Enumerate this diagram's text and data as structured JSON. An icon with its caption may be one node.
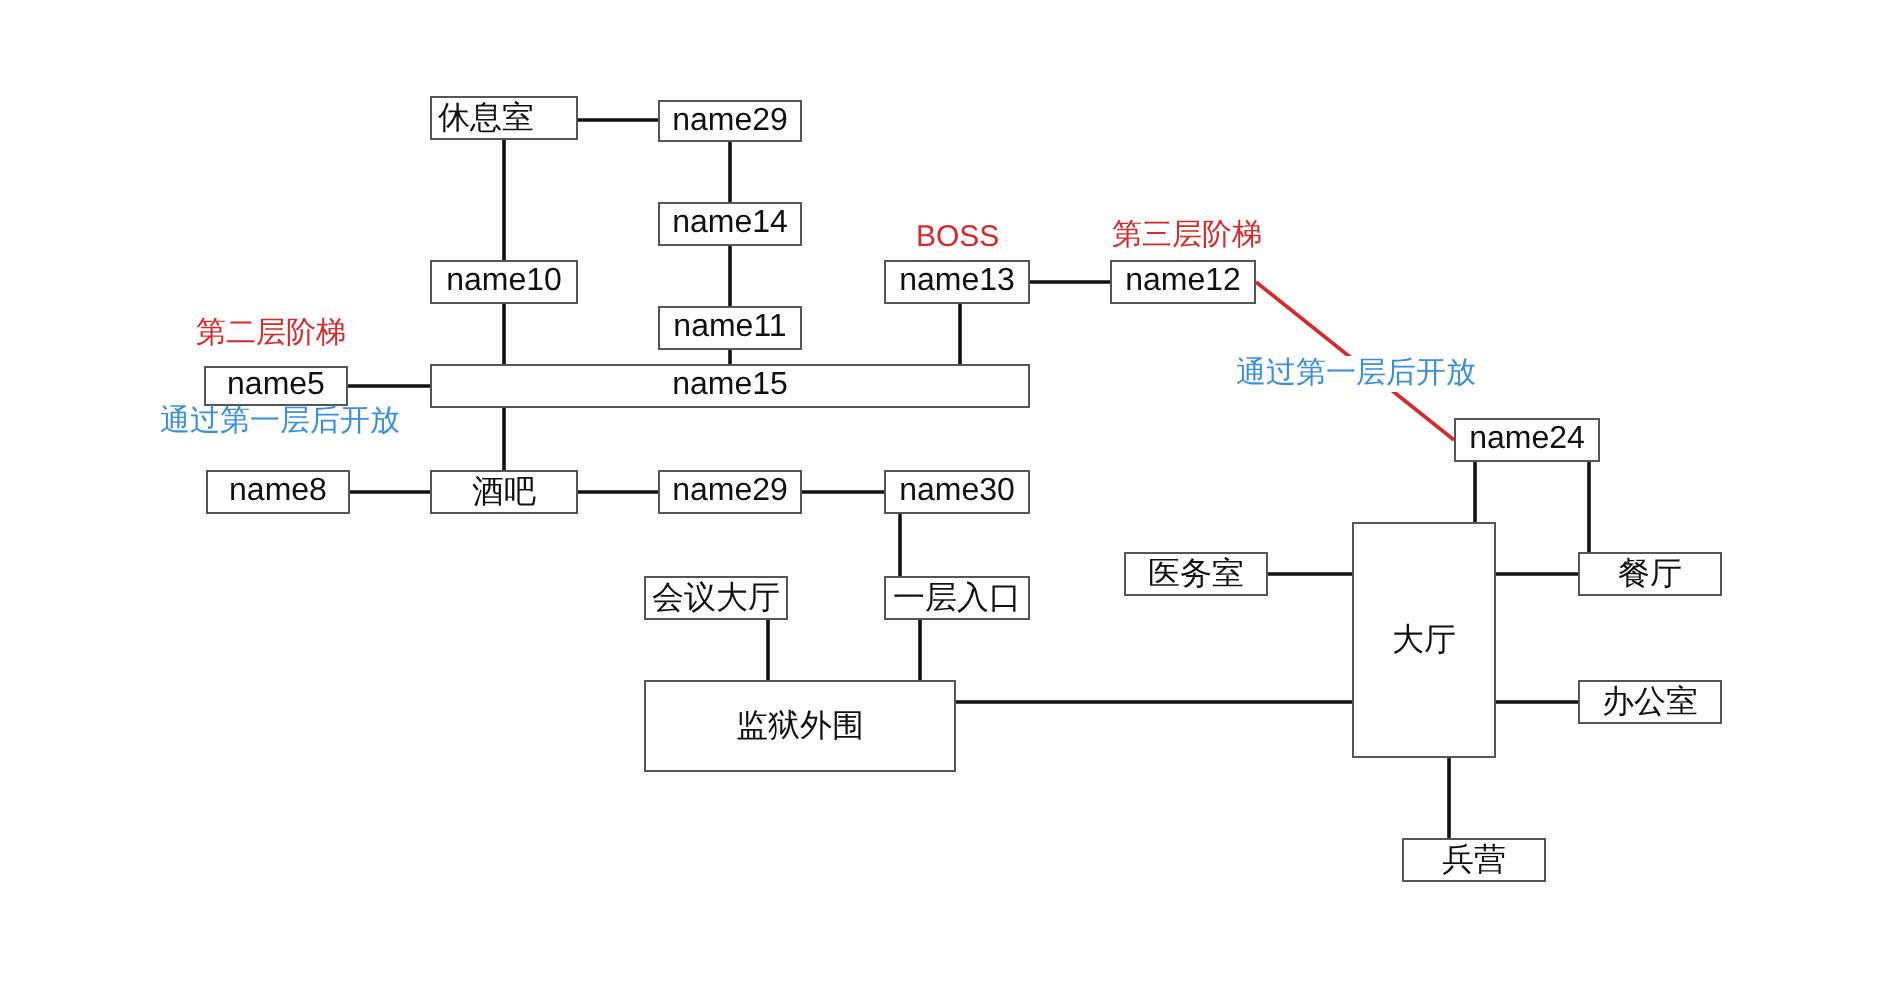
{
  "diagram": {
    "nodes": [
      {
        "text": [
          "休息室"
        ]
      },
      {
        "text": [
          "name29"
        ]
      },
      {
        "text": [
          "name14"
        ]
      },
      {
        "text": [
          "name10"
        ]
      },
      {
        "text": [
          "name13"
        ],
        "beside": [
          "BOSS"
        ]
      },
      {
        "text": [
          "name12"
        ],
        "beside": [
          "第三层阶梯"
        ]
      },
      {
        "text": [
          "name5"
        ],
        "beside": [
          "第二层阶梯",
          "通过第一层后开放"
        ]
      },
      {
        "text": [
          "name11"
        ]
      },
      {
        "text": [
          "name15"
        ]
      },
      {
        "text": [
          "name24"
        ]
      },
      {
        "text": [
          "name8"
        ]
      },
      {
        "text": [
          "酒吧"
        ]
      },
      {
        "text": [
          "name29"
        ]
      },
      {
        "text": [
          "name30"
        ]
      },
      {
        "text": [
          "会议大厅"
        ]
      },
      {
        "text": [
          "一层入口"
        ]
      },
      {
        "text": [
          "医务室"
        ]
      },
      {
        "text": [
          "大厅"
        ]
      },
      {
        "text": [
          "餐厅"
        ]
      },
      {
        "text": [
          "监狱外围"
        ]
      },
      {
        "text": [
          "办公室"
        ]
      },
      {
        "text": [
          "兵营"
        ]
      }
    ],
    "edges": [
      {
        "from": 0,
        "to": 1,
        "arrow": "none"
      },
      {
        "from": 0,
        "to": 3,
        "arrow": "none"
      },
      {
        "from": 1,
        "to": 2,
        "arrow": "none"
      },
      {
        "from": 2,
        "to": 7,
        "arrow": "none"
      },
      {
        "from": 3,
        "to": 8,
        "arrow": "none"
      },
      {
        "from": 7,
        "to": 8,
        "arrow": "none"
      },
      {
        "from": 4,
        "to": 8,
        "arrow": "none"
      },
      {
        "from": 4,
        "to": 5,
        "arrow": "none"
      },
      {
        "from": 5,
        "to": 9,
        "arrow": "none",
        "color": "#d62a2a",
        "label": "通过第一层后开放"
      },
      {
        "from": 6,
        "to": 8,
        "arrow": "none"
      },
      {
        "from": 8,
        "to": 11,
        "arrow": "none"
      },
      {
        "from": 10,
        "to": 11,
        "arrow": "none"
      },
      {
        "from": 11,
        "to": 12,
        "arrow": "none"
      },
      {
        "from": 12,
        "to": 13,
        "arrow": "none"
      },
      {
        "from": 13,
        "to": 15,
        "arrow": "none"
      },
      {
        "from": 14,
        "to": 19,
        "arrow": "none"
      },
      {
        "from": 15,
        "to": 19,
        "arrow": "none"
      },
      {
        "from": 19,
        "to": 17,
        "arrow": "none"
      },
      {
        "from": 16,
        "to": 17,
        "arrow": "none"
      },
      {
        "from": 17,
        "to": 9,
        "arrow": "none"
      },
      {
        "from": 9,
        "to": 18,
        "arrow": "none"
      },
      {
        "from": 17,
        "to": 18,
        "arrow": "none"
      },
      {
        "from": 17,
        "to": 20,
        "arrow": "none"
      },
      {
        "from": 17,
        "to": 21,
        "arrow": "none"
      }
    ]
  }
}
